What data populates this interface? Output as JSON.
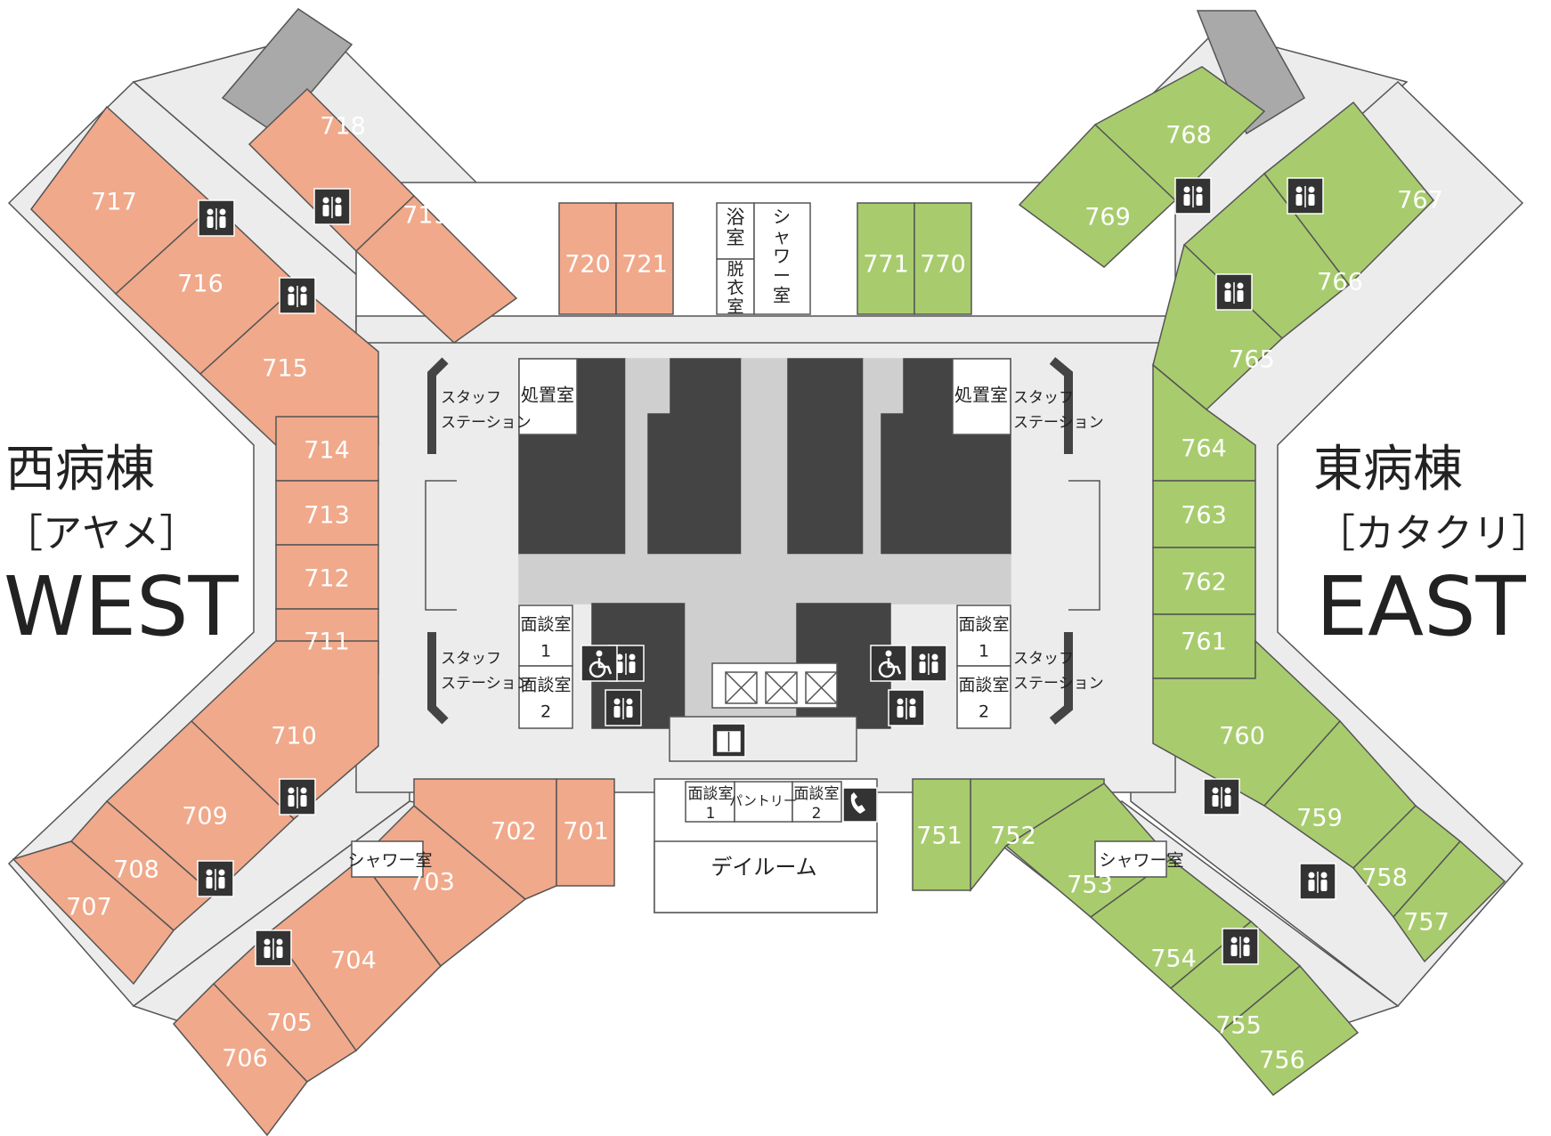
{
  "wings": {
    "west": {
      "name_ja": "西病棟",
      "subtitle": "［アヤメ］",
      "name_en": "WEST",
      "room_color": "#f0a98b"
    },
    "east": {
      "name_ja": "東病棟",
      "subtitle": "［カタクリ］",
      "name_en": "EAST",
      "room_color": "#a8cc6d"
    }
  },
  "colors": {
    "corridor": "#ececec",
    "outline": "#555555",
    "core": "#444444",
    "core_light": "#cfcfcf",
    "stair": "#a9a9a9",
    "icon_bg": "#333333"
  },
  "rooms": {
    "r717": "717",
    "r718": "718",
    "r719": "719",
    "r716": "716",
    "r715": "715",
    "r714": "714",
    "r713": "713",
    "r712": "712",
    "r711": "711",
    "r710": "710",
    "r709": "709",
    "r708": "708",
    "r707": "707",
    "r706": "706",
    "r705": "705",
    "r704": "704",
    "r703": "703",
    "r702": "702",
    "r701": "701",
    "r720": "720",
    "r721": "721",
    "r771": "771",
    "r770": "770",
    "r768": "768",
    "r769": "769",
    "r767": "767",
    "r766": "766",
    "r765": "765",
    "r764": "764",
    "r763": "763",
    "r762": "762",
    "r761": "761",
    "r760": "760",
    "r759": "759",
    "r758": "758",
    "r757": "757",
    "r756": "756",
    "r755": "755",
    "r754": "754",
    "r753": "753",
    "r752": "752",
    "r751": "751"
  },
  "facilities": {
    "bath": "浴室",
    "dressing": "脱衣室",
    "shower_top": "シャワー室",
    "shower_west": "シャワー室",
    "shower_east": "シャワー室",
    "treatment_west": "処置室",
    "treatment_east": "処置室",
    "staff_station": "スタッフステーション",
    "interview_1": "面談室1",
    "interview_2": "面談室2",
    "pantry": "パントリー",
    "dayroom": "デイルーム"
  },
  "icons": {
    "restroom": "restroom-icon",
    "accessible": "wheelchair-icon",
    "elevator": "elevator-icon",
    "phone": "phone-icon"
  }
}
